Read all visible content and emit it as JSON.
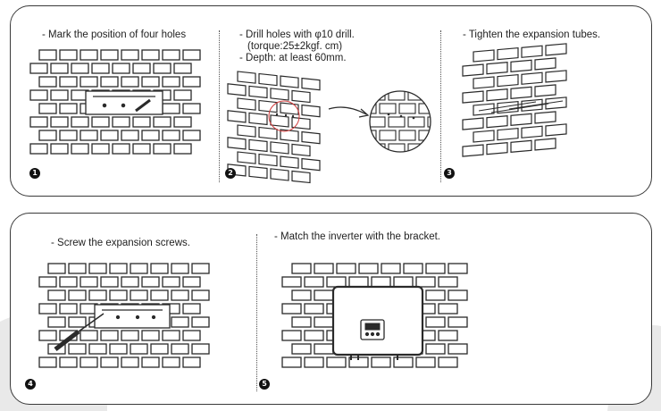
{
  "steps": [
    {
      "number": "1",
      "lines": [
        "- Mark the position of four holes"
      ]
    },
    {
      "number": "2",
      "lines": [
        "- Drill holes with φ10 drill.",
        "(torque:25±2kgf. cm)",
        "- Depth: at least 60mm."
      ]
    },
    {
      "number": "3",
      "lines": [
        "- Tighten the expansion tubes."
      ]
    },
    {
      "number": "4",
      "lines": [
        "- Screw the expansion screws."
      ]
    },
    {
      "number": "5",
      "lines": [
        "- Match the inverter with the bracket."
      ]
    }
  ],
  "colors": {
    "line": "#2a2a2a",
    "accent_circle": "#d23a3a",
    "background_shape": "#e9e9e9"
  }
}
